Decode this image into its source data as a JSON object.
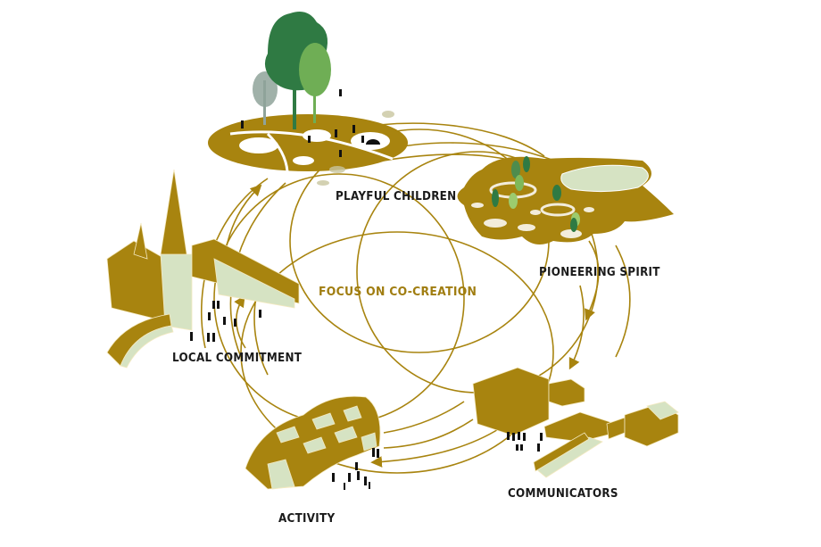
{
  "diagram": {
    "center_title": "FOCUS ON CO-CREATION",
    "nodes": [
      {
        "id": "playful-children",
        "label": "PLAYFUL CHILDREN",
        "illustration": "playground-with-trees"
      },
      {
        "id": "pioneering-spirit",
        "label": "PIONEERING SPIRIT",
        "illustration": "organic-landscape-with-pavilion"
      },
      {
        "id": "communicators",
        "label": "COMMUNICATORS",
        "illustration": "block-buildings"
      },
      {
        "id": "activity",
        "label": "ACTIVITY",
        "illustration": "tent-hall"
      },
      {
        "id": "local-commitment",
        "label": "LOCAL COMMITMENT",
        "illustration": "church"
      }
    ],
    "flow": "circular arrows between nodes around central co-creation circles",
    "colors": {
      "gold": "#a8840f",
      "pale_green": "#d6e3c3",
      "tree_dark": "#2f7a43",
      "tree_light": "#7fb85a",
      "tree_grey": "#8fa39a",
      "label_dark": "#1a1a1a",
      "center_label": "#a07d10"
    }
  }
}
